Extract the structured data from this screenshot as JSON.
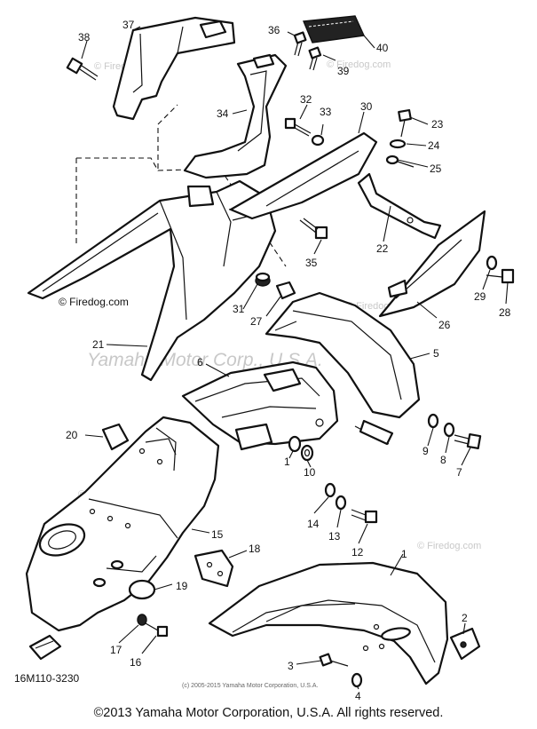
{
  "diagram_code": "16M110-3230",
  "watermark_brand": "© Firedog.com",
  "watermark_small": "© Firedog.com",
  "watermark_center": "Yamaha Motor Corp., U.S.A.",
  "small_copyright": "(c) 2005-2015 Yamaha Motor Corporation, U.S.A.",
  "copyright": "©2013 Yamaha Motor Corporation, U.S.A. All rights reserved.",
  "callouts": {
    "c1a": "1",
    "c1b": "1",
    "c2": "2",
    "c3": "3",
    "c4": "4",
    "c5": "5",
    "c6": "6",
    "c7": "7",
    "c8": "8",
    "c9": "9",
    "c10": "10",
    "c12": "12",
    "c13": "13",
    "c14": "14",
    "c15": "15",
    "c16": "16",
    "c17": "17",
    "c18": "18",
    "c19": "19",
    "c20": "20",
    "c21": "21",
    "c22": "22",
    "c23": "23",
    "c24": "24",
    "c25": "25",
    "c26": "26",
    "c27": "27",
    "c28": "28",
    "c29": "29",
    "c30": "30",
    "c31": "31",
    "c32": "32",
    "c33": "33",
    "c34": "34",
    "c35": "35",
    "c36": "36",
    "c37": "37",
    "c38": "38",
    "c39": "39",
    "c40": "40"
  }
}
